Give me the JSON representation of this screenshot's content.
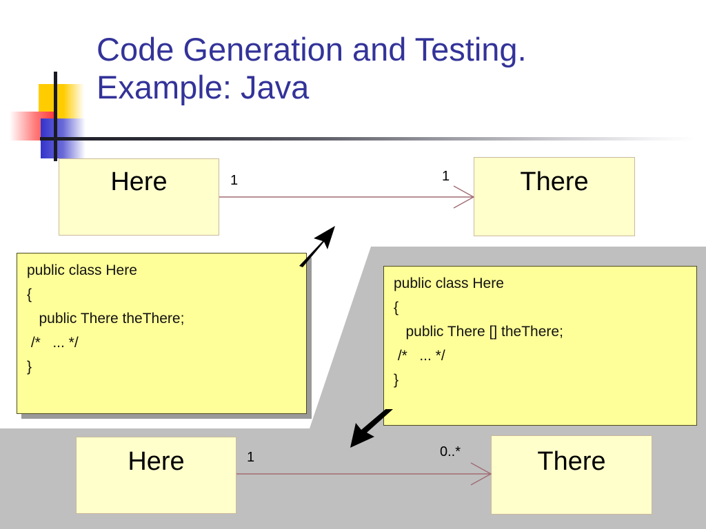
{
  "slide": {
    "title": "Code Generation and Testing.\nExample: Java",
    "title_color": "#333399",
    "background_color": "#ffffff",
    "panel_color": "#bfbfbf"
  },
  "logo": {
    "name": "decorative-logo",
    "squares": [
      {
        "name": "yellow-square",
        "color": "#ffcc00"
      },
      {
        "name": "red-square",
        "color": "#ff3333"
      },
      {
        "name": "blue-square",
        "color": "#3333cc"
      }
    ],
    "rule_color": "#1a1a24"
  },
  "diagram_top": {
    "source_class": "Here",
    "target_class": "There",
    "source_multiplicity": "1",
    "target_multiplicity": "1",
    "class_fill": "#ffffcc",
    "class_border": "#c9b99a",
    "association_color": "#a06b72"
  },
  "diagram_bottom": {
    "source_class": "Here",
    "target_class": "There",
    "source_multiplicity": "1",
    "target_multiplicity": "0..*",
    "class_fill": "#ffffcc",
    "class_border": "#c9b99a",
    "association_color": "#a06b72"
  },
  "code_left": {
    "title": "java-code-note-single",
    "fill": "#ffff99",
    "border": "#4a4a1e",
    "lines": [
      "public class Here",
      "{",
      "   public There theThere;",
      " /*   ... */",
      "}"
    ]
  },
  "code_right": {
    "title": "java-code-note-array",
    "fill": "#ffff99",
    "border": "#4a4a1e",
    "lines": [
      "public class Here",
      "{",
      "   public There [] theThere;",
      " /*   ... */",
      "}"
    ]
  },
  "annotations": {
    "arrow_up_name": "emphasis-arrow-up-right",
    "arrow_down_name": "emphasis-arrow-down-left",
    "arrow_color": "#000000"
  }
}
